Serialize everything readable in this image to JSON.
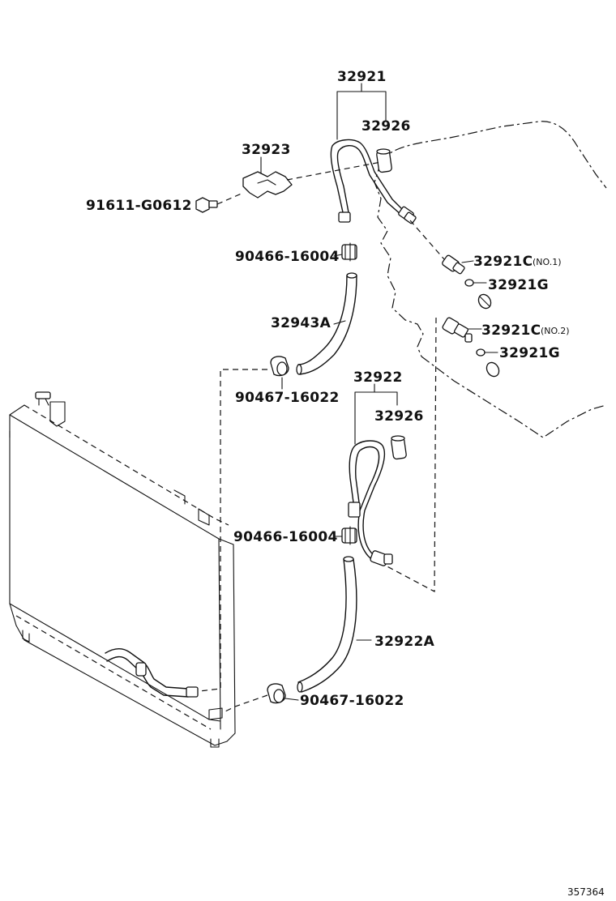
{
  "diagram": {
    "figure_number": "357364",
    "labels": {
      "p32921": "32921",
      "p32926_top": "32926",
      "p32923": "32923",
      "p91611": "91611-G0612",
      "p90466_top": "90466-16004",
      "p32921C_1": "32921C",
      "p32921C_1_note": "(NO.1)",
      "p32921G_1": "32921G",
      "p32943A": "32943A",
      "p32921C_2": "32921C",
      "p32921C_2_note": "(NO.2)",
      "p32921G_2": "32921G",
      "p90467_top": "90467-16022",
      "p32922": "32922",
      "p32926_bottom": "32926",
      "p90466_bottom": "90466-16004",
      "p32922A": "32922A",
      "p90467_bottom": "90467-16022"
    }
  }
}
